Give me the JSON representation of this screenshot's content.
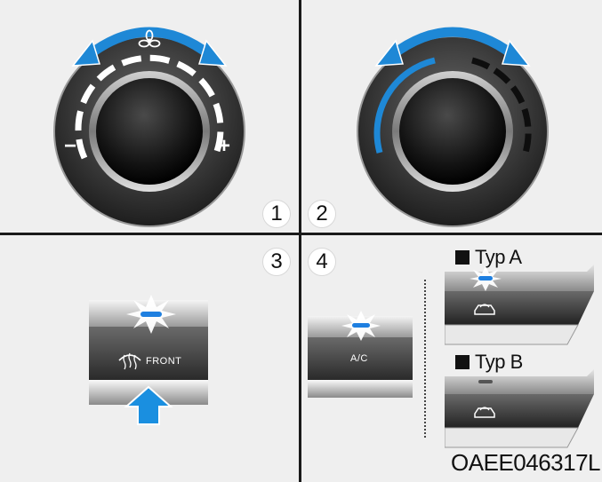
{
  "panels": {
    "p1": {
      "number": "1",
      "minus": "−",
      "plus": "+"
    },
    "p2": {
      "number": "2"
    },
    "p3": {
      "number": "3",
      "button_text": "FRONT"
    },
    "p4": {
      "number": "4",
      "button_text": "A/C",
      "type_a": "Typ A",
      "type_b": "Typ B"
    }
  },
  "image_code": "OAEE046317L",
  "colors": {
    "accent_blue": "#1e88d6",
    "indicator": "#1e7fe0",
    "arrow_blue": "#1a8fe0"
  },
  "icons": {
    "fan": "fan-icon",
    "defrost": "front-defrost-icon",
    "car": "car-recirculation-icon",
    "arrow": "up-arrow-icon"
  }
}
